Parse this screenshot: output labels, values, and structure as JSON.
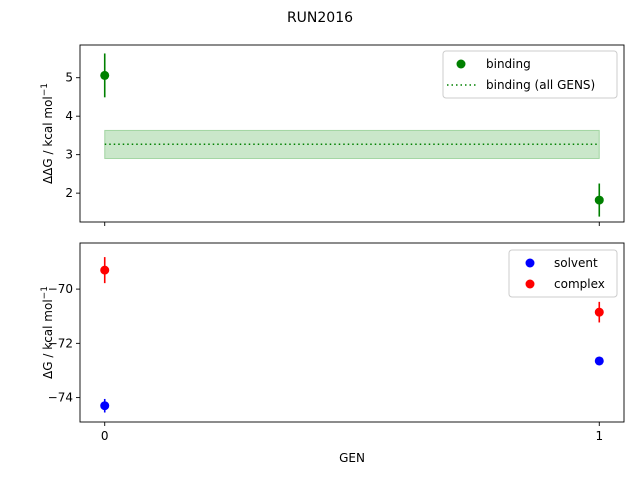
{
  "figure": {
    "title": "RUN2016",
    "xlabel": "GEN"
  },
  "chart_data": [
    {
      "type": "scatter",
      "panel": "top",
      "ylabel_main": "ΔΔG / kcal mol",
      "ylabel_sup": "−1",
      "x_ticks": [
        "0",
        "1"
      ],
      "y_ticks": [
        2,
        3,
        4,
        5
      ],
      "xlim": [
        -0.05,
        1.05
      ],
      "ylim": [
        1.25,
        5.85
      ],
      "grid": false,
      "legend_position": "upper right",
      "colors": {
        "points": "#008000",
        "band": "#2ca02c"
      },
      "series": [
        {
          "name": "binding",
          "x": [
            0,
            1
          ],
          "y": [
            5.06,
            1.82
          ],
          "yerr": [
            0.57,
            0.43
          ]
        }
      ],
      "reference": {
        "name": "binding (all GENS)",
        "value": 3.27,
        "band": [
          2.9,
          3.63
        ],
        "x_range": [
          0,
          1
        ]
      }
    },
    {
      "type": "scatter",
      "panel": "bottom",
      "ylabel_main": "ΔG / kcal mol",
      "ylabel_sup": "−1",
      "x_ticks": [
        "0",
        "1"
      ],
      "y_ticks": [
        -74,
        -72,
        -70
      ],
      "y_tick_labels": [
        "−74",
        "−72",
        "−70"
      ],
      "xlim": [
        -0.05,
        1.05
      ],
      "ylim": [
        -74.9,
        -68.3
      ],
      "grid": false,
      "legend_position": "upper right",
      "series": [
        {
          "name": "solvent",
          "color": "#0000ff",
          "x": [
            0,
            1
          ],
          "y": [
            -74.3,
            -72.65
          ],
          "yerr": [
            0.25,
            0.12
          ]
        },
        {
          "name": "complex",
          "color": "#ff0000",
          "x": [
            0,
            1
          ],
          "y": [
            -69.3,
            -70.85
          ],
          "yerr": [
            0.48,
            0.38
          ]
        }
      ]
    }
  ]
}
